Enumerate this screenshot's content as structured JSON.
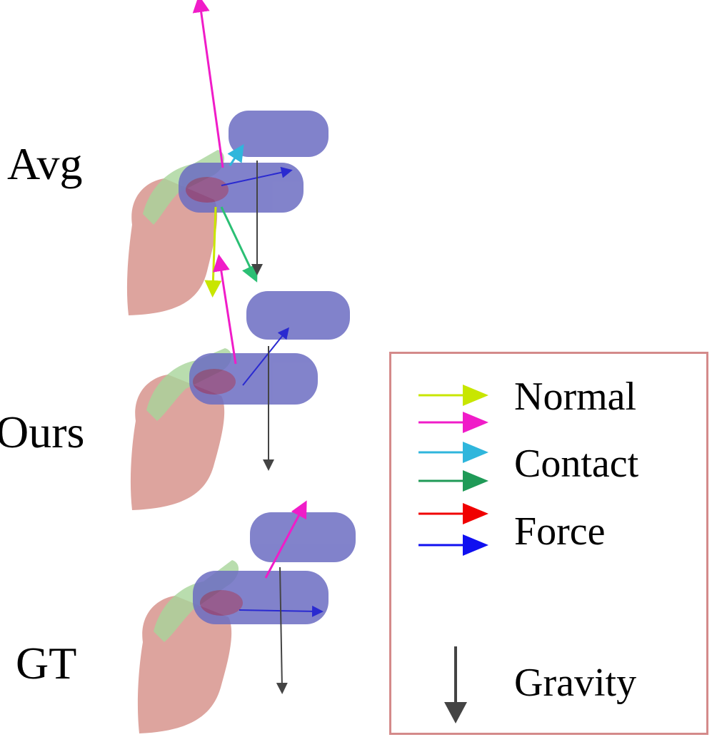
{
  "rows": [
    {
      "id": "avg",
      "label": "Avg"
    },
    {
      "id": "ours",
      "label": "Ours"
    },
    {
      "id": "gt",
      "label": "GT"
    }
  ],
  "legend": {
    "border_color": "#d48a8a",
    "items": [
      {
        "name": "normal",
        "label": "Normal",
        "color": "#c8e600"
      },
      {
        "name": "magenta",
        "label": "",
        "color": "#f01cc8"
      },
      {
        "name": "contact",
        "label": "Contact",
        "color": "#2fb6dc"
      },
      {
        "name": "green",
        "label": "",
        "color": "#1f9a57"
      },
      {
        "name": "force",
        "label": "Force",
        "color": "#f00000"
      },
      {
        "name": "blue",
        "label": "",
        "color": "#1010f0"
      }
    ],
    "gravity": {
      "label": "Gravity",
      "color": "#444444"
    }
  },
  "colors": {
    "hand": "#d99a93",
    "hand_finger_green": "#a7d49a",
    "object": "#6c6dc2",
    "object_inner": "#8e2f5e"
  }
}
